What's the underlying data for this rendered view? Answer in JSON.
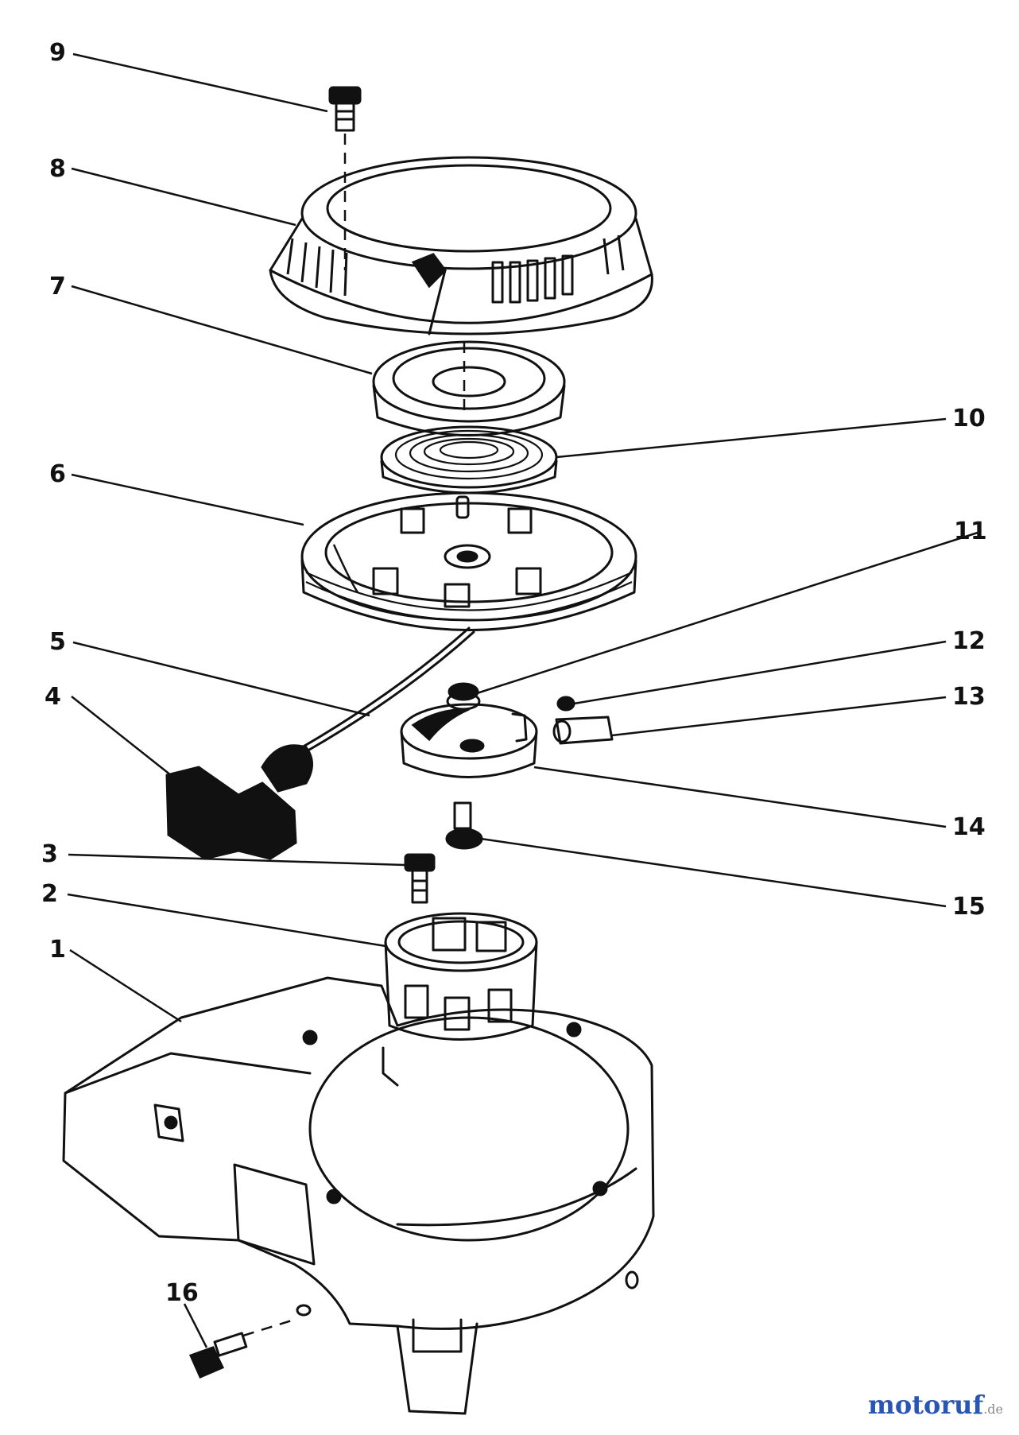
{
  "callouts": [
    "9",
    "8",
    "7",
    "10",
    "6",
    "11",
    "5",
    "12",
    "4",
    "13",
    "14",
    "3",
    "15",
    "2",
    "1",
    "16"
  ],
  "watermark": {
    "brand": "motoruf",
    "tld": ".de"
  },
  "colors": {
    "ink": "#111111",
    "background": "#ffffff",
    "watermark": "#2a56b3"
  }
}
